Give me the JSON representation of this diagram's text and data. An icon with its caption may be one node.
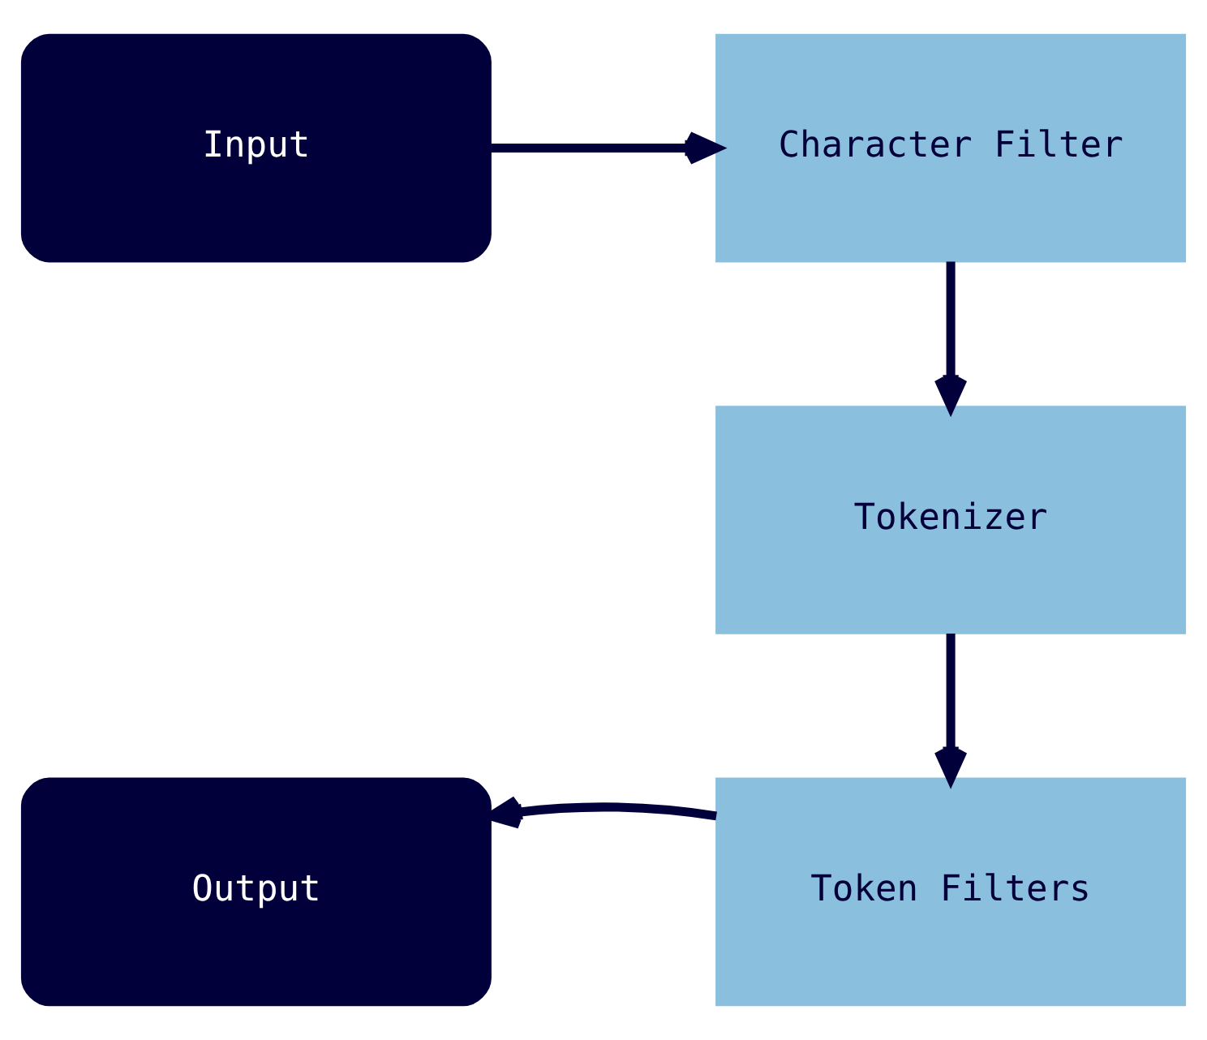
{
  "diagram": {
    "nodes": [
      {
        "text": [
          "Input"
        ]
      },
      {
        "text": [
          "Character Filter"
        ]
      },
      {
        "text": [
          "Tokenizer"
        ]
      },
      {
        "text": [
          "Output"
        ]
      },
      {
        "text": [
          "Token Filters"
        ]
      }
    ],
    "edges": [
      {
        "from": 0,
        "to": 1,
        "arrow": "to"
      },
      {
        "from": 1,
        "to": 2,
        "arrow": "to"
      },
      {
        "from": 2,
        "to": 4,
        "arrow": "to"
      },
      {
        "from": 4,
        "to": 3,
        "arrow": "to"
      }
    ]
  }
}
